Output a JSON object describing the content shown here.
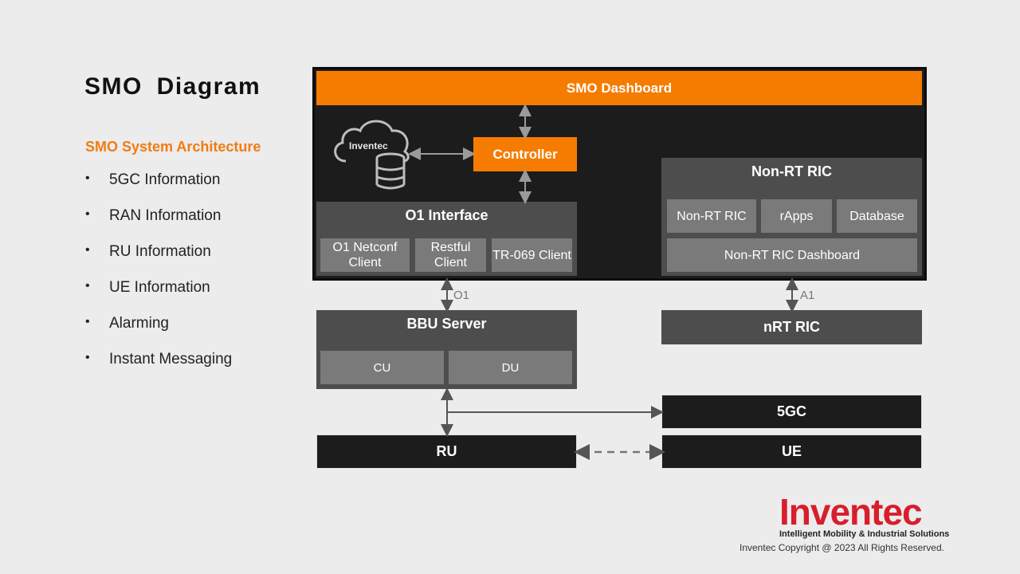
{
  "slide": {
    "title": "SMO Diagram",
    "subtitle": "SMO System Architecture",
    "bullets": [
      "5GC Information",
      "RAN Information",
      "RU Information",
      "UE Information",
      "Alarming",
      "Instant Messaging"
    ],
    "bullet_glyph": "•"
  },
  "diagram": {
    "smo_dashboard": "SMO Dashboard",
    "cloud_logo": "Inventec",
    "controller": "Controller",
    "o1_interface": {
      "title": "O1 Interface",
      "items": [
        "O1 Netconf Client",
        "Restful Client",
        "TR-069 Client"
      ]
    },
    "non_rt_ric": {
      "title": "Non-RT RIC",
      "items": [
        "Non-RT RIC",
        "rApps",
        "Database"
      ],
      "dashboard": "Non-RT RIC Dashboard"
    },
    "link_o1": "O1",
    "link_a1": "A1",
    "bbu_server": {
      "title": "BBU Server",
      "items": [
        "CU",
        "DU"
      ]
    },
    "nrt_ric": "nRT RIC",
    "fivegc": "5GC",
    "ru": "RU",
    "ue": "UE"
  },
  "footer": {
    "logo": "Inventec",
    "tagline": "Intelligent Mobility & Industrial Solutions",
    "copyright": "Inventec Copyright @ 2023 All Rights Reserved."
  },
  "colors": {
    "accent_orange": "#f57c00",
    "subtitle_orange": "#f07c14",
    "brand_red": "#d81e2c",
    "frame_black": "#1c1c1c",
    "block_dark": "#4d4d4d",
    "block_mid": "#7a7a7a"
  }
}
